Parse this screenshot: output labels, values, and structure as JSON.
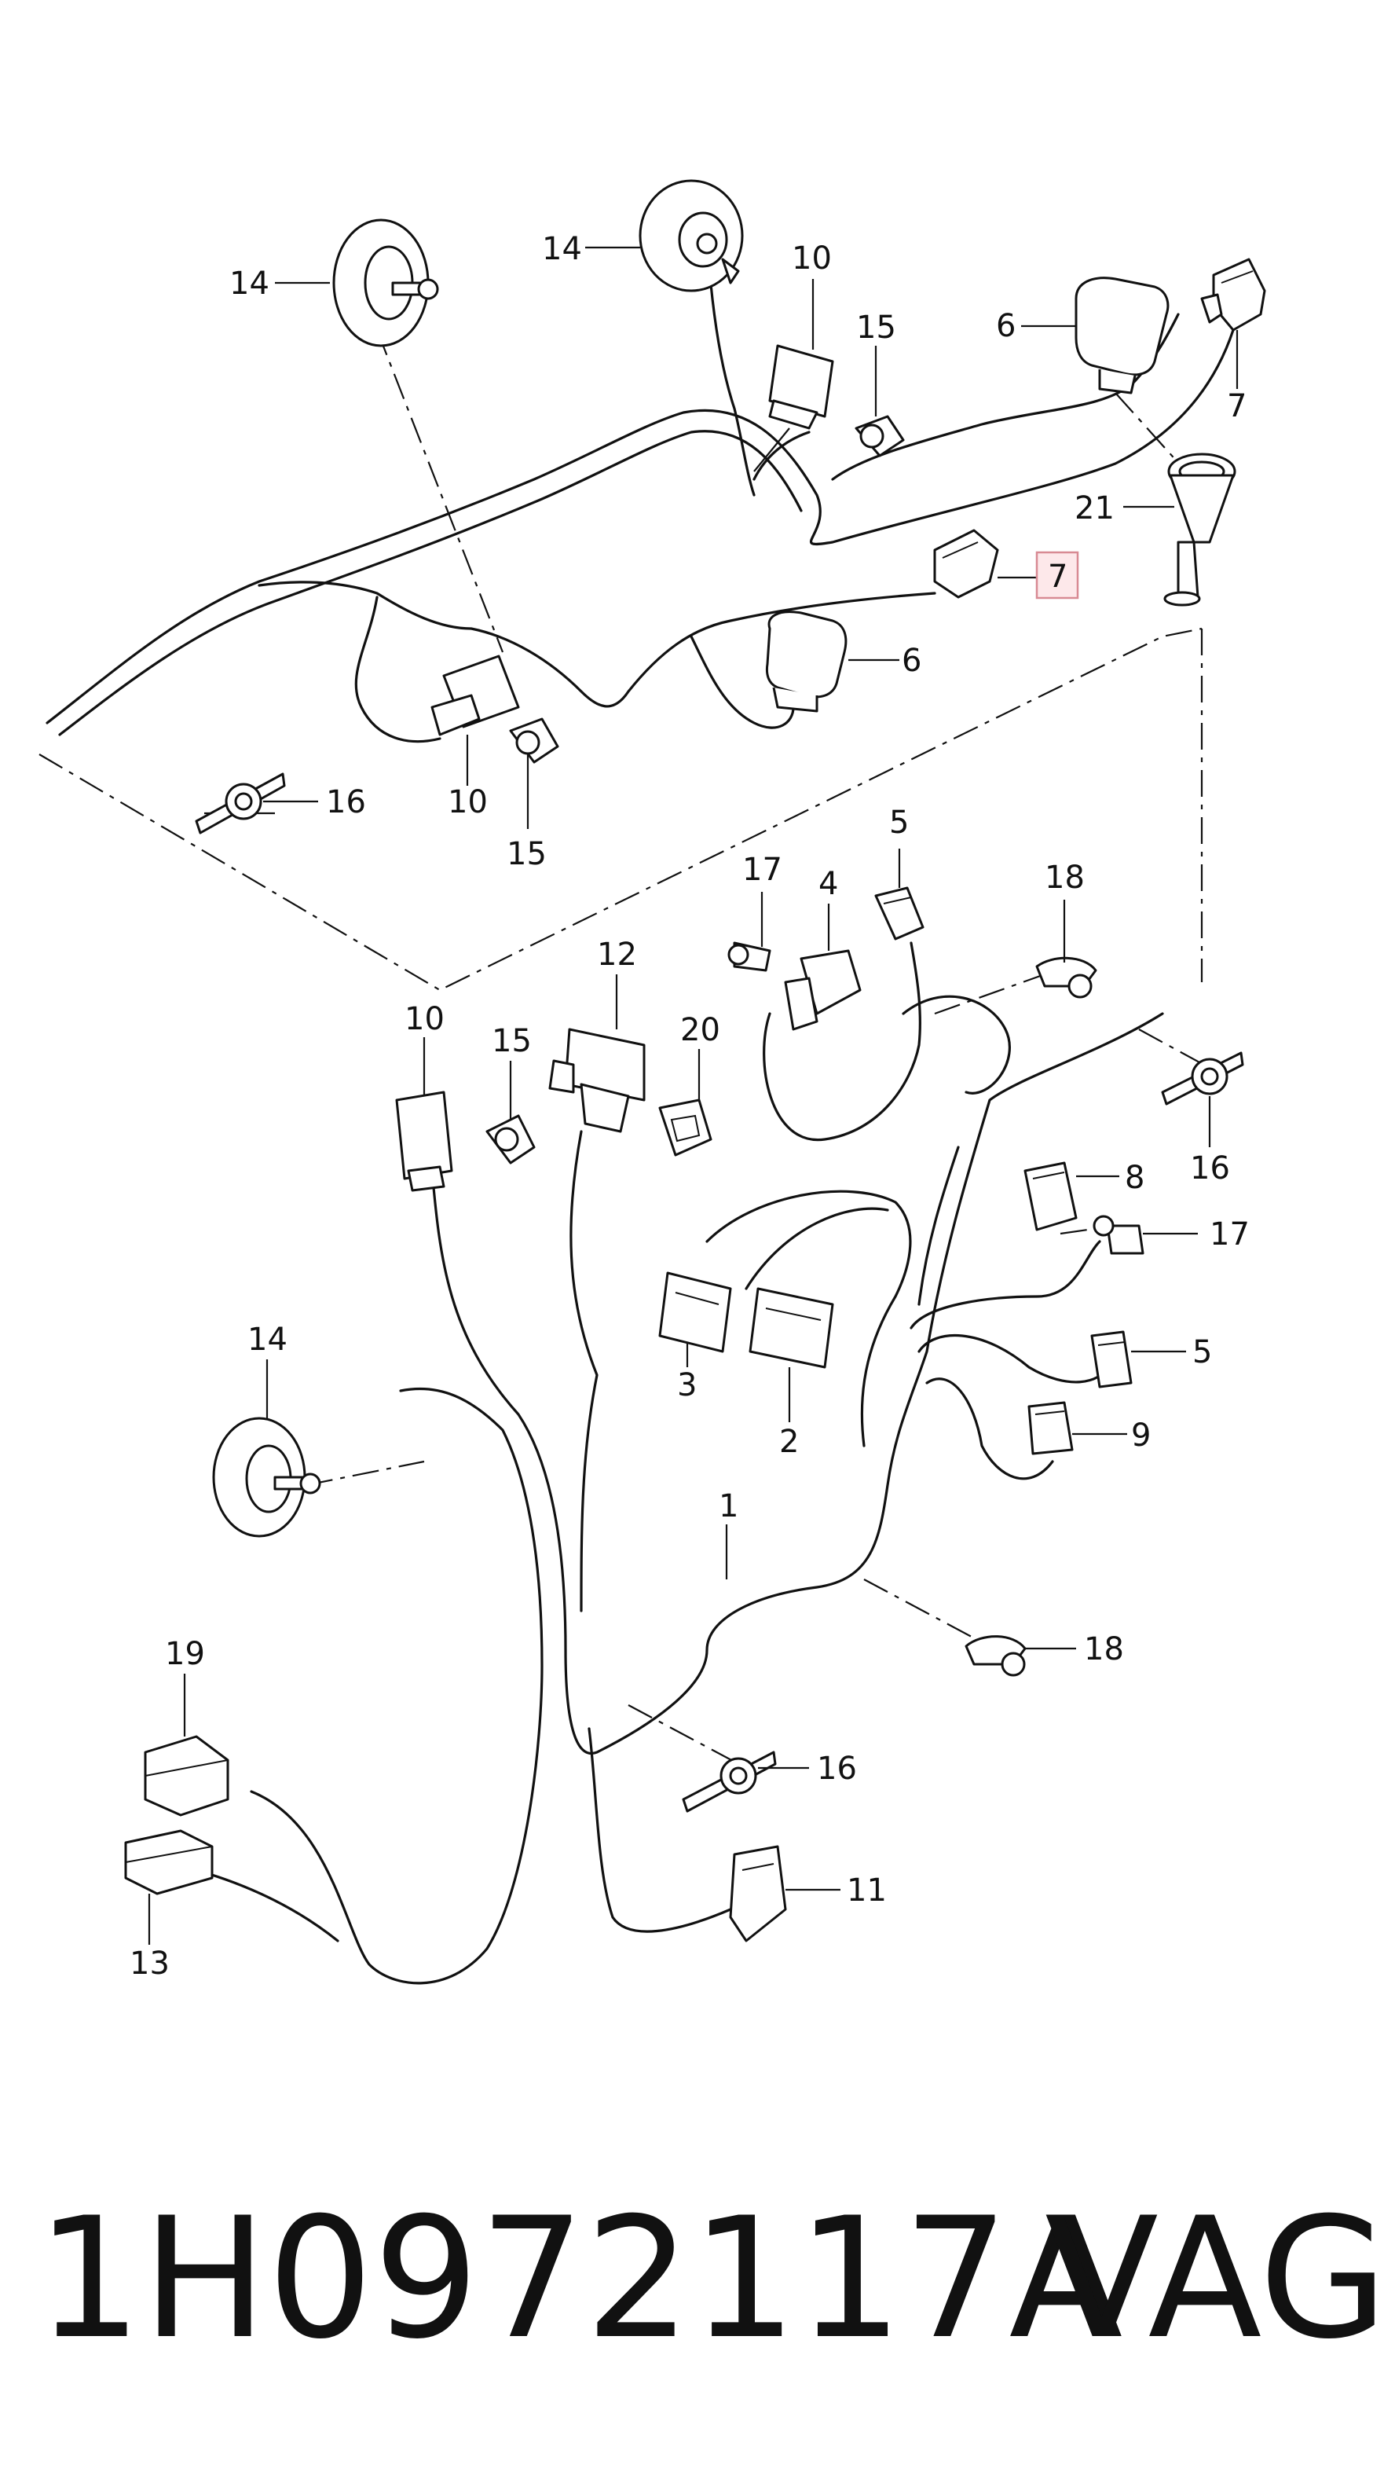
{
  "diagram": {
    "callouts": [
      {
        "id": "c14a",
        "label": "14"
      },
      {
        "id": "c14b",
        "label": "14"
      },
      {
        "id": "c10a",
        "label": "10"
      },
      {
        "id": "c15a",
        "label": "15"
      },
      {
        "id": "c6a",
        "label": "6"
      },
      {
        "id": "c7a",
        "label": "7"
      },
      {
        "id": "c21",
        "label": "21"
      },
      {
        "id": "c7b",
        "label": "7",
        "highlighted": true
      },
      {
        "id": "c6b",
        "label": "6"
      },
      {
        "id": "c16a",
        "label": "16"
      },
      {
        "id": "c10b",
        "label": "10"
      },
      {
        "id": "c15b",
        "label": "15"
      },
      {
        "id": "c5a",
        "label": "5"
      },
      {
        "id": "c17a",
        "label": "17"
      },
      {
        "id": "c4",
        "label": "4"
      },
      {
        "id": "c18a",
        "label": "18"
      },
      {
        "id": "c12",
        "label": "12"
      },
      {
        "id": "c10c",
        "label": "10"
      },
      {
        "id": "c15c",
        "label": "15"
      },
      {
        "id": "c20",
        "label": "20"
      },
      {
        "id": "c16b",
        "label": "16"
      },
      {
        "id": "c8",
        "label": "8"
      },
      {
        "id": "c17b",
        "label": "17"
      },
      {
        "id": "c14c",
        "label": "14"
      },
      {
        "id": "c3",
        "label": "3"
      },
      {
        "id": "c2",
        "label": "2"
      },
      {
        "id": "c5b",
        "label": "5"
      },
      {
        "id": "c9",
        "label": "9"
      },
      {
        "id": "c1",
        "label": "1"
      },
      {
        "id": "c18b",
        "label": "18"
      },
      {
        "id": "c19",
        "label": "19"
      },
      {
        "id": "c16c",
        "label": "16"
      },
      {
        "id": "c11",
        "label": "11"
      },
      {
        "id": "c13",
        "label": "13"
      }
    ],
    "highlight_color": "#d88a93"
  },
  "footer": {
    "part_number": "1H0972117A",
    "brand": "VAG"
  }
}
